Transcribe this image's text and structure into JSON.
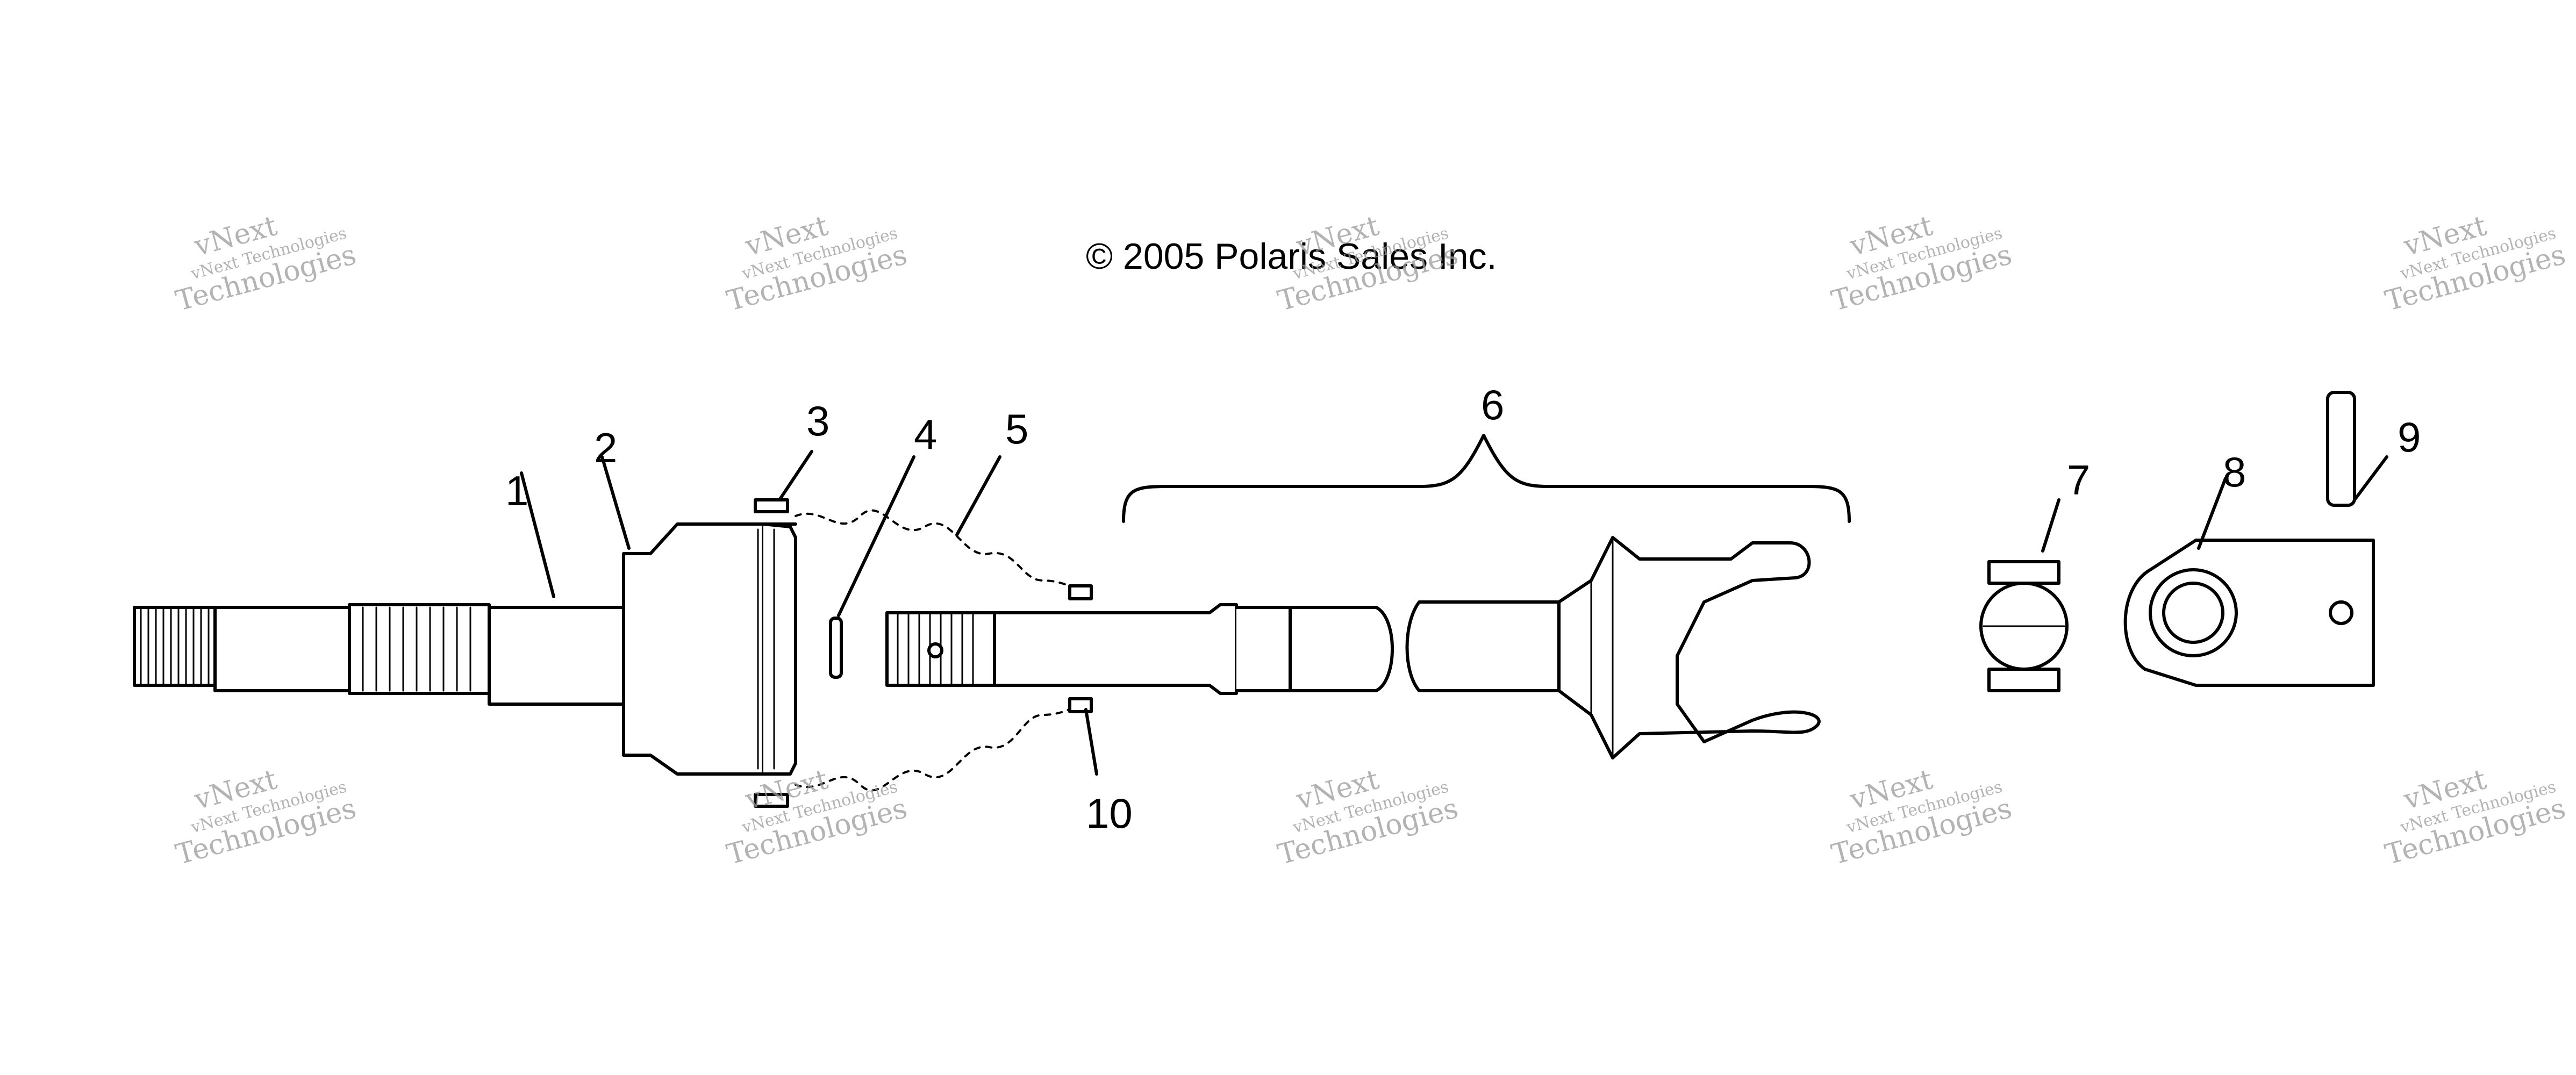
{
  "copyright": "© 2005 Polaris Sales Inc.",
  "callouts": [
    "1",
    "2",
    "3",
    "4",
    "5",
    "6",
    "7",
    "8",
    "9",
    "10"
  ],
  "watermark": {
    "line1": "vNext Technologies",
    "line2": "vNext",
    "line3": "Technologies"
  }
}
